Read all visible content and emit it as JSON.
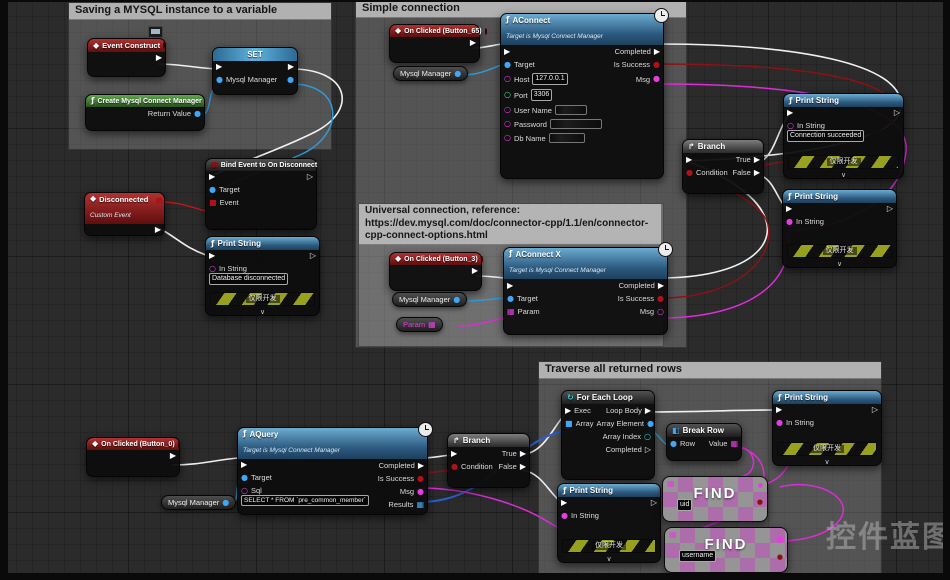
{
  "watermark": "控件蓝图",
  "comments": {
    "saving": "Saving a MYSQL instance to a variable",
    "simple": "Simple connection",
    "universal": "Universal connection, reference: https://dev.mysql.com/doc/connector-cpp/1.1/en/connector-cpp-connect-options.html",
    "traverse": "Traverse all returned rows"
  },
  "labels": {
    "print_string": "Print String",
    "in_string": "In String",
    "target": "Target",
    "completed": "Completed",
    "is_success": "Is Success",
    "msg": "Msg",
    "mysql_manager": "Mysql Manager",
    "param": "Param",
    "branch": "Branch",
    "condition": "Condition",
    "true": "True",
    "false": "False",
    "event": "Event",
    "exec": "Exec",
    "dev_only": "仅限开发"
  },
  "nodes": {
    "event_construct": {
      "title": "Event Construct"
    },
    "set_var": {
      "title": "SET"
    },
    "create_manager": {
      "title": "Create Mysql Connect Manager",
      "return_value": "Return Value"
    },
    "bind_event": {
      "title": "Bind Event to On Disconnect"
    },
    "disconnected": {
      "title": "Disconnected",
      "subtitle": "Custom Event"
    },
    "print_disc": {
      "value": "Database disconnected"
    },
    "on_clicked_65": {
      "title": "On Clicked (Button_65)"
    },
    "aconnect": {
      "title": "AConnect",
      "subtitle": "Target is Mysql Connect Manager",
      "host": "Host",
      "host_value": "127.0.0.1",
      "port": "Port",
      "port_value": "3306",
      "user_name": "User Name",
      "password": "Password",
      "db_name": "Db Name"
    },
    "print_success": {
      "value": "Connection succeeded"
    },
    "on_clicked_3": {
      "title": "On Clicked (Button_3)"
    },
    "aconnect_x": {
      "title": "AConnect X",
      "subtitle": "Target is Mysql Connect Manager"
    },
    "for_each": {
      "title": "For Each Loop",
      "array": "Array",
      "loop_body": "Loop Body",
      "array_element": "Array Element",
      "array_index": "Array Index"
    },
    "break_row": {
      "title": "Break Row",
      "row": "Row",
      "value": "Value"
    },
    "find_uid": {
      "title": "FIND",
      "key": "uid"
    },
    "find_username": {
      "title": "FIND",
      "key": "username"
    },
    "on_clicked_0": {
      "title": "On Clicked (Button_0)"
    },
    "aquery": {
      "title": "AQuery",
      "subtitle": "Target is Mysql Connect Manager",
      "sql": "Sql",
      "sql_value": "SELECT * FROM `pre_common_member`",
      "results": "Results"
    }
  },
  "icons": {
    "function_glyph": "ƒ",
    "event_glyph": "◆",
    "exec_filled": "▶",
    "exec_hollow": "▷",
    "loop_glyph": "↻",
    "branch_glyph": "↱",
    "bind_glyph": "⊞",
    "break_glyph": "◧",
    "chevron_down": "∨",
    "grid_pin": "▦",
    "dot_filled": "●",
    "dot_hollow": "○",
    "square_pin": "■"
  },
  "colors": {
    "exec_wire": "#f0f0f0",
    "object_wire": "#2f9bd8",
    "array_wire": "#2a5fd4",
    "bool_wire": "#8c1216",
    "string_wire": "#dd2cd8",
    "node_header_blue": "#4a86ad",
    "node_header_red": "#a52a2a",
    "node_header_green": "#4f9c3e",
    "comment_bg": "#a5a5a5"
  }
}
